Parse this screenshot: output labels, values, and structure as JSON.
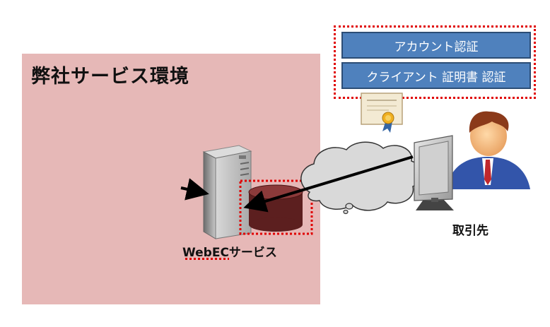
{
  "environment": {
    "title": "弊社サービス環境"
  },
  "auth_methods": [
    {
      "label": "アカウント認証"
    },
    {
      "label": "クライアント 証明書 認証"
    }
  ],
  "service": {
    "label": "WebECサービス"
  },
  "partner": {
    "label": "取引先"
  }
}
